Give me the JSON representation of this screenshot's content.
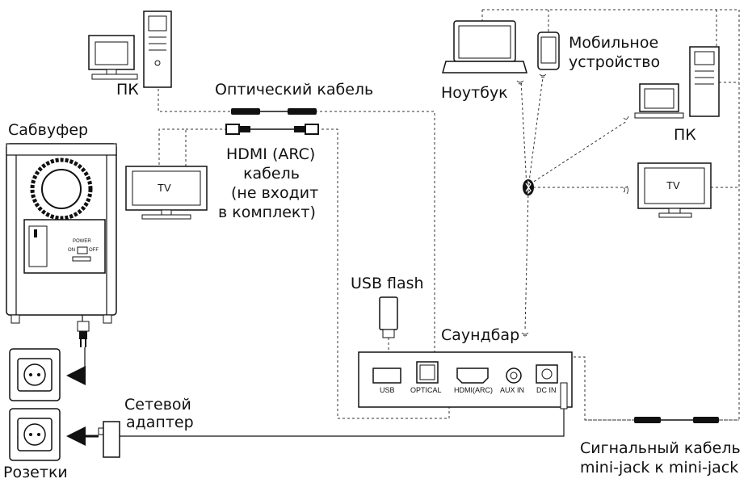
{
  "labels": {
    "pc_left": "ПК",
    "optical_cable": "Оптический кабель",
    "subwoofer": "Сабвуфер",
    "hdmi_cable": [
      "HDMI (ARC)",
      "кабель",
      "(не входит",
      "в комплект)"
    ],
    "usb_flash": "USB flash",
    "soundbar": "Саундбар",
    "network_adapter": [
      "Сетевой",
      "адаптер"
    ],
    "sockets": "Розетки",
    "signal_cable": [
      "Сигнальный кабель",
      "mini-jack к mini-jack"
    ],
    "laptop": "Ноутбук",
    "mobile": [
      "Мобильное",
      "устройство"
    ],
    "pc_right": "ПК",
    "tv": "TV"
  },
  "ports": {
    "usb": "USB",
    "optical": "OPTICAL",
    "hdmi": "HDMI(ARC)",
    "aux": "AUX IN",
    "dc": "DC IN"
  },
  "subwoofer_panel": {
    "power": "POWER",
    "on": "ON",
    "off": "OFF"
  }
}
